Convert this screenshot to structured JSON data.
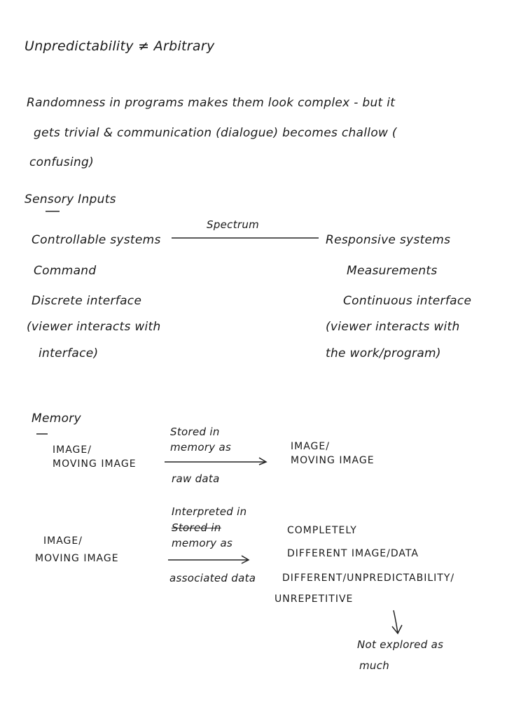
{
  "title": "Unpredictability ≠ Arbitrary",
  "intro": [
    "Randomness in programs makes them look complex - but it",
    "gets trivial & communication (dialogue) becomes challow (",
    "confusing)"
  ],
  "sensory": {
    "heading": "Sensory Inputs",
    "spectrum_label": "Spectrum",
    "left": [
      "Controllable systems",
      "Command",
      "Discrete interface",
      "(viewer interacts with",
      "interface)"
    ],
    "right": [
      "Responsive systems",
      "Measurements",
      "Continuous interface",
      "(viewer interacts with",
      "the work/program)"
    ]
  },
  "memory": {
    "heading": "Memory",
    "row1": {
      "source": [
        "IMAGE/",
        "MOVING IMAGE"
      ],
      "arrow_above": [
        "Stored in",
        "memory as"
      ],
      "arrow_below": "raw data",
      "target": [
        "IMAGE/",
        "MOVING IMAGE"
      ]
    },
    "row2": {
      "source": [
        "IMAGE/",
        "MOVING IMAGE"
      ],
      "arrow_above": [
        "Interpreted in",
        "Stored in",
        "memory as"
      ],
      "arrow_below": "associated data",
      "target": [
        "COMPLETELY",
        "DIFFERENT IMAGE/DATA",
        "DIFFERENT/UNPREDICTABILITY/",
        "UNREPETITIVE"
      ]
    },
    "note": [
      "Not explored as",
      "much"
    ]
  }
}
